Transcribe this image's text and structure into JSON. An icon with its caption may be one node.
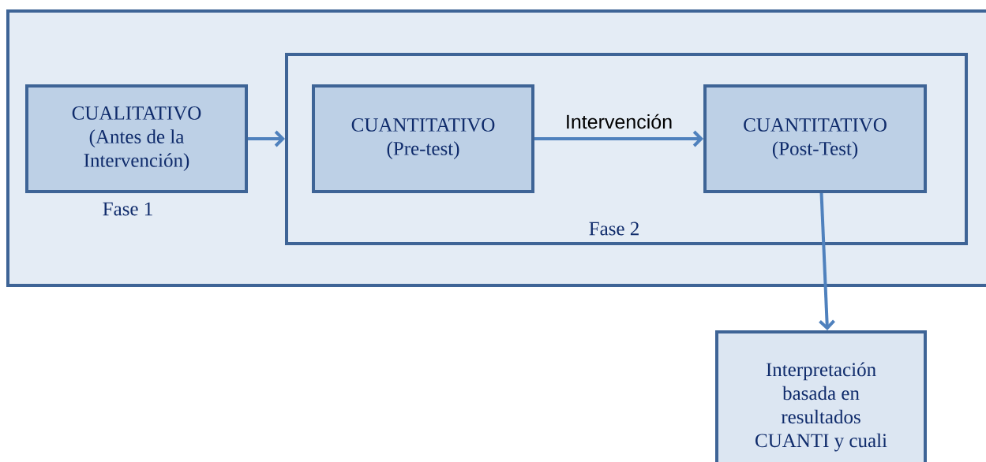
{
  "diagram": {
    "nodes": [
      {
        "text": [],
        "shape": "box"
      },
      {
        "text": [
          "CUALITATIVO (Antes de la Intervención)"
        ],
        "in": 0,
        "beside": [
          "Fase 1"
        ]
      },
      {
        "text": [
          "Fase 2"
        ],
        "in": 0
      },
      {
        "text": [
          "CUANTITATIVO (Pre-test)"
        ],
        "in": 2
      },
      {
        "text": [
          "CUANTITATIVO (Post-Test)"
        ],
        "in": 2
      },
      {
        "text": [
          "Interpretación basada en resultados CUANTI y cuali"
        ]
      }
    ],
    "edges": [
      {
        "from": 1,
        "to": 2,
        "arrow": "to"
      },
      {
        "from": 3,
        "to": 4,
        "arrow": "to",
        "label": "Intervención"
      },
      {
        "from": 4,
        "to": 5,
        "arrow": "to"
      }
    ]
  }
}
